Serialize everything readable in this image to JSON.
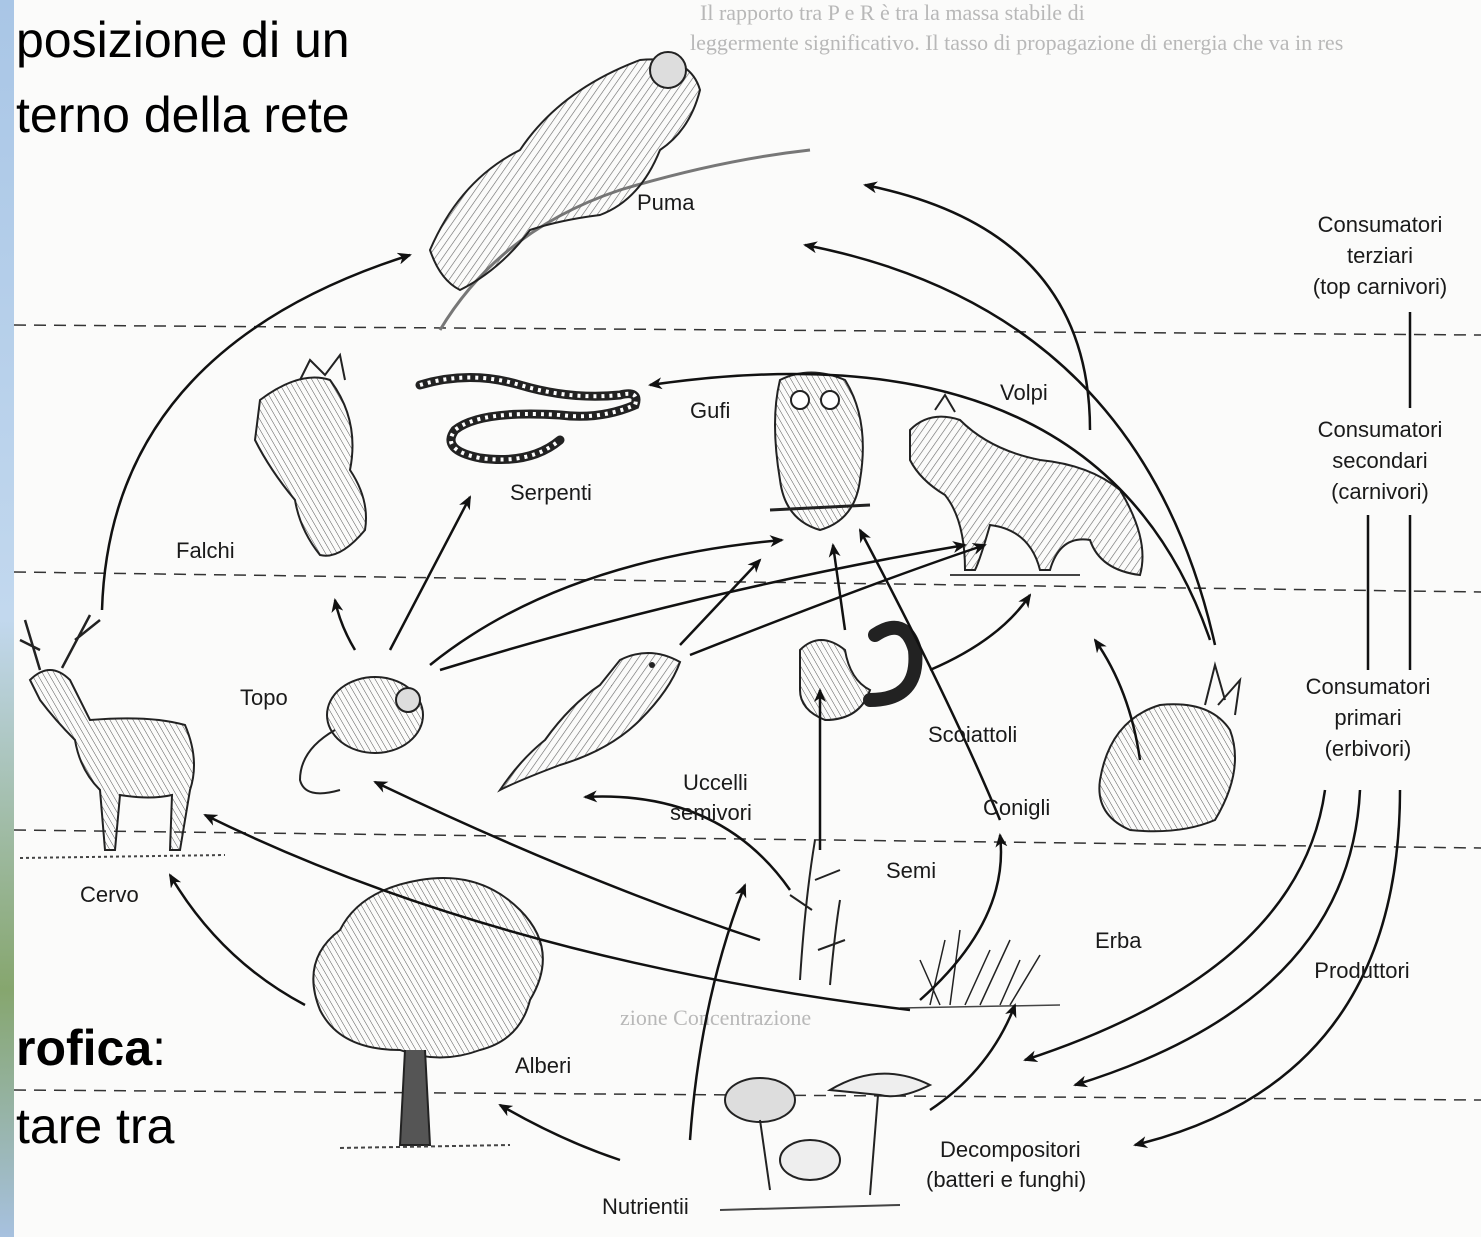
{
  "slide": {
    "line1": "posizione di un",
    "line2": "terno della rete",
    "line3": "rofica",
    "line3_suffix": ":",
    "line4": "tare tra"
  },
  "bleed_text": {
    "line1": "Il rapporto tra P e R è tra la massa stabile di",
    "line2": "leggermente significativo. Il tasso di propagazione di energia che va in res",
    "line3": "zione Concentrazione"
  },
  "organisms": {
    "puma": "Puma",
    "volpi": "Volpi",
    "gufi": "Gufi",
    "serpenti": "Serpenti",
    "falchi": "Falchi",
    "topo": "Topo",
    "cervo": "Cervo",
    "uccelli_1": "Uccelli",
    "uccelli_2": "semivori",
    "scoiattoli": "Scoiattoli",
    "conigli": "Conigli",
    "semi": "Semi",
    "erba": "Erba",
    "alberi": "Alberi",
    "nutrientii": "Nutrientii",
    "decompositori_1": "Decompositori",
    "decompositori_2": "(batteri e funghi)"
  },
  "levels": {
    "terziari": [
      "Consumatori",
      "terziari",
      "(top carnivori)"
    ],
    "secondari": [
      "Consumatori",
      "secondari",
      "(carnivori)"
    ],
    "primari": [
      "Consumatori",
      "primari",
      "(erbivori)"
    ],
    "produttori": "Produttori"
  },
  "colors": {
    "slide_blue": "#b9d4ee",
    "ink": "#1a1a1a"
  }
}
